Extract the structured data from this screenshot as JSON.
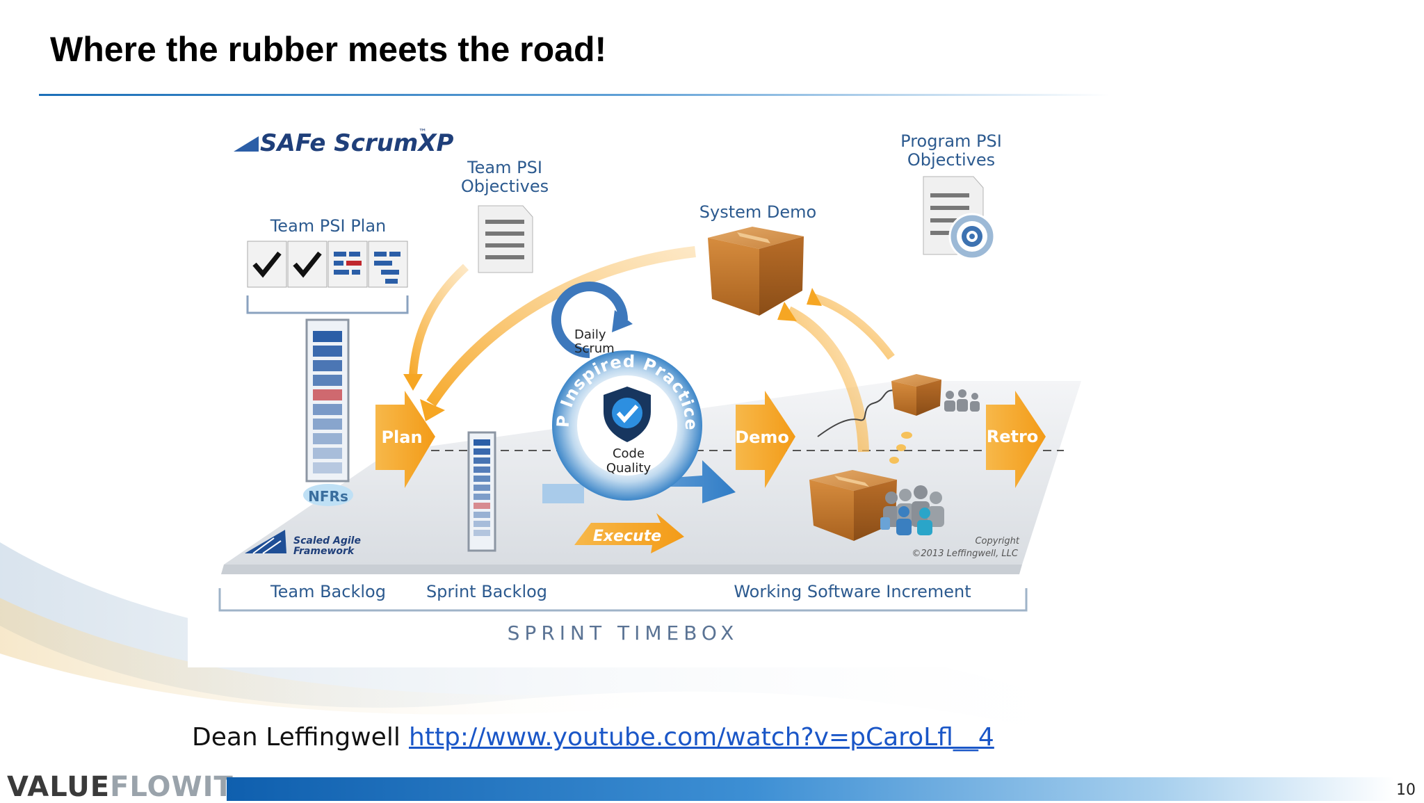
{
  "slide": {
    "title": "Where the rubber meets the road!",
    "page_number": "10"
  },
  "diagram": {
    "logo_text": "SAFe ScrumXP",
    "logo_tm": "™",
    "team_psi_plan": "Team PSI Plan",
    "team_psi_objectives": [
      "Team PSI",
      "Objectives"
    ],
    "program_psi_objectives": [
      "Program PSI",
      "Objectives"
    ],
    "system_demo": "System Demo",
    "daily_scrum": [
      "Daily",
      "Scrum"
    ],
    "xp_practices": "XP Inspired Practices",
    "code_quality": [
      "Code",
      "Quality"
    ],
    "plan": "Plan",
    "demo": "Demo",
    "retro": "Retro",
    "execute": "Execute",
    "nfrs": "NFRs",
    "saf_logo": [
      "Scaled Agile",
      "Framework"
    ],
    "copyright": [
      "Copyright",
      "©2013 Leffingwell, LLC"
    ],
    "team_backlog": "Team Backlog",
    "sprint_backlog": "Sprint Backlog",
    "working_increment": "Working Software Increment",
    "sprint_timebox": "SPRINT TIMEBOX"
  },
  "footer": {
    "author": "Dean Leffingwell",
    "link": "http://www.youtube.com/watch?v=pCaroLfl__4",
    "company_dark": "VALUE",
    "company_light": "FLOWIT"
  },
  "colors": {
    "accent_blue": "#1b6fb8",
    "arrow_orange": "#f5a623",
    "box_brown": "#b06a2a",
    "backlog_blue": "#2b5ea7",
    "backlog_red": "#c0282e"
  }
}
